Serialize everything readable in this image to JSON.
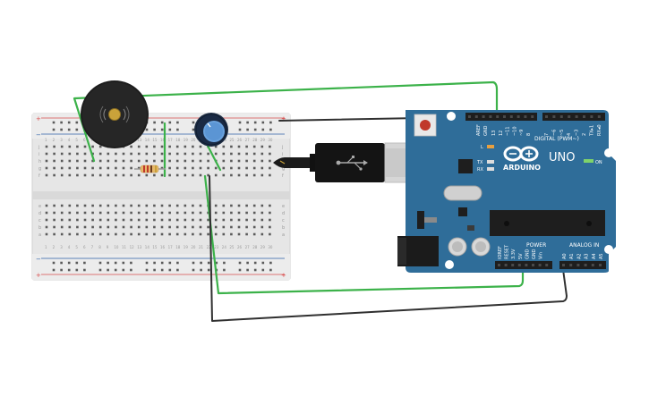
{
  "board": {
    "logo_text": "ARDUINO",
    "model_text": "UNO",
    "on_label": "ON",
    "l_label": "L",
    "tx_label": "TX",
    "rx_label": "RX",
    "digital_label": "DIGITAL (PWM~)",
    "power_label": "POWER",
    "analog_label": "ANALOG IN",
    "aref_label": "AREF",
    "gnd_label": "GND",
    "digital_pins": [
      "13",
      "12",
      "~11",
      "~10",
      "~9",
      "8",
      "7",
      "~6",
      "~5",
      "4",
      "~3",
      "2",
      "TX▸1",
      "RX◂0"
    ],
    "power_pins": [
      "IOREF",
      "RESET",
      "3.3V",
      "5V",
      "GND",
      "GND",
      "Vin"
    ],
    "analog_pins": [
      "A0",
      "A1",
      "A2",
      "A3",
      "A4",
      "A5"
    ]
  },
  "breadboard": {
    "row_letters_top": [
      "j",
      "i",
      "h",
      "g",
      "f"
    ],
    "row_letters_bottom": [
      "e",
      "d",
      "c",
      "b",
      "a"
    ],
    "rail_plus": "+",
    "rail_minus": "−"
  },
  "colors": {
    "arduino_blue": "#2f6d99",
    "wire_green": "#3cb24a",
    "wire_black": "#303030",
    "breadboard": "#e6e6e6",
    "rail_red": "#d94b4b",
    "rail_blue": "#2b5fa8"
  }
}
